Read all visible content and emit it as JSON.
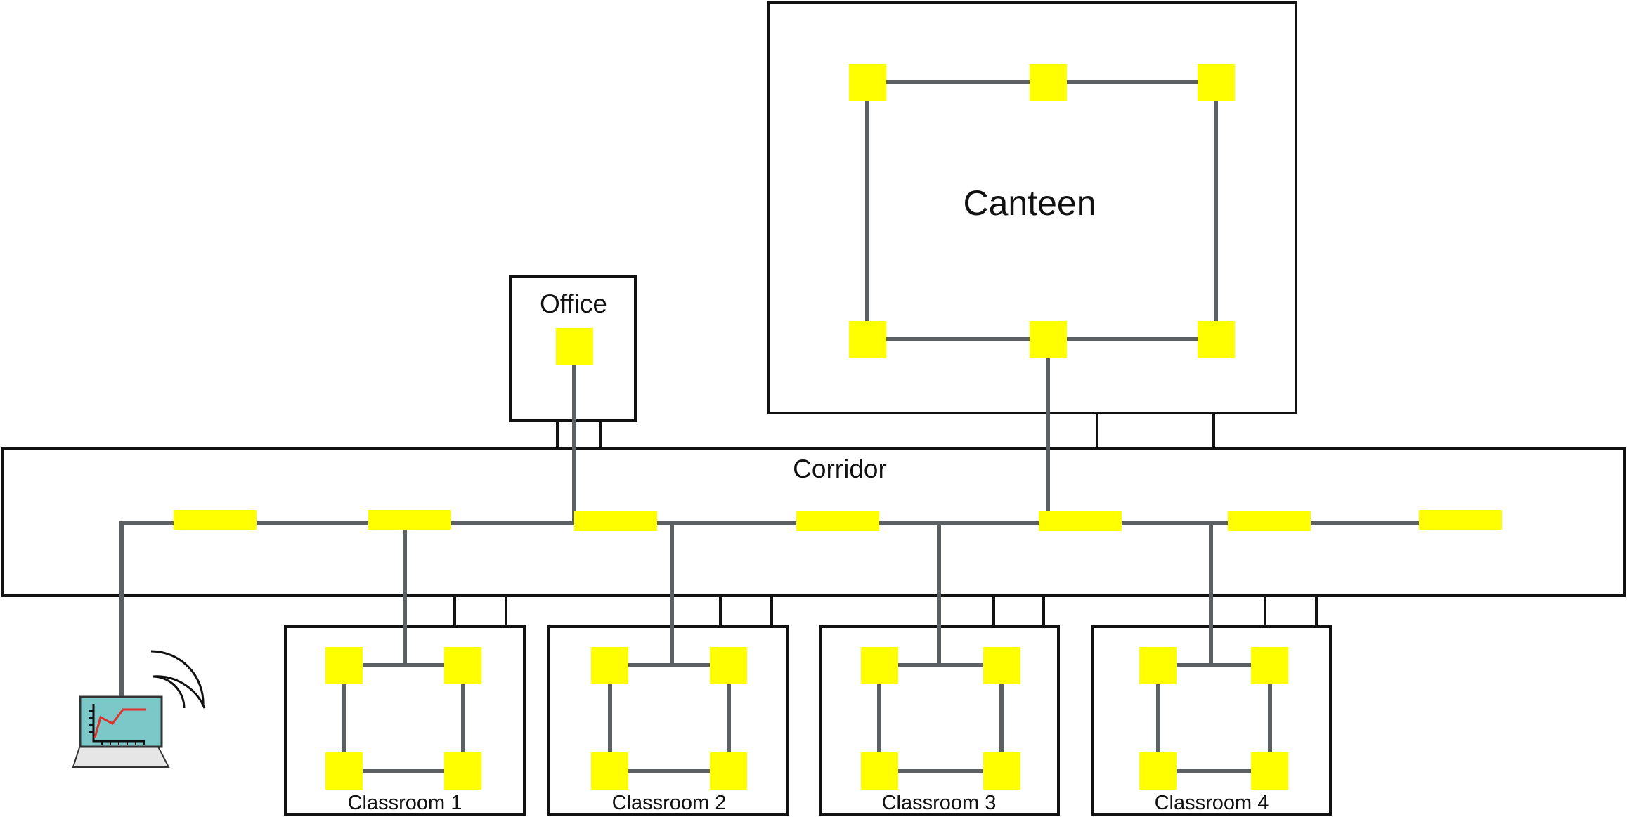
{
  "diagram": {
    "rooms": {
      "canteen": "Canteen",
      "office": "Office",
      "corridor": "Corridor",
      "classroom_1": "Classroom 1",
      "classroom_2": "Classroom 2",
      "classroom_3": "Classroom 3",
      "classroom_4": "Classroom 4"
    },
    "icons": {
      "node": "yellow-square-sensor-node",
      "gateway": "laptop-with-chart-and-wireless-signal"
    },
    "colors": {
      "sensor": "#ffff00",
      "wire": "#5d6063",
      "walls": "#111111",
      "laptop_screen": "#7cc8c8",
      "chart_line": "#e0302a"
    }
  }
}
